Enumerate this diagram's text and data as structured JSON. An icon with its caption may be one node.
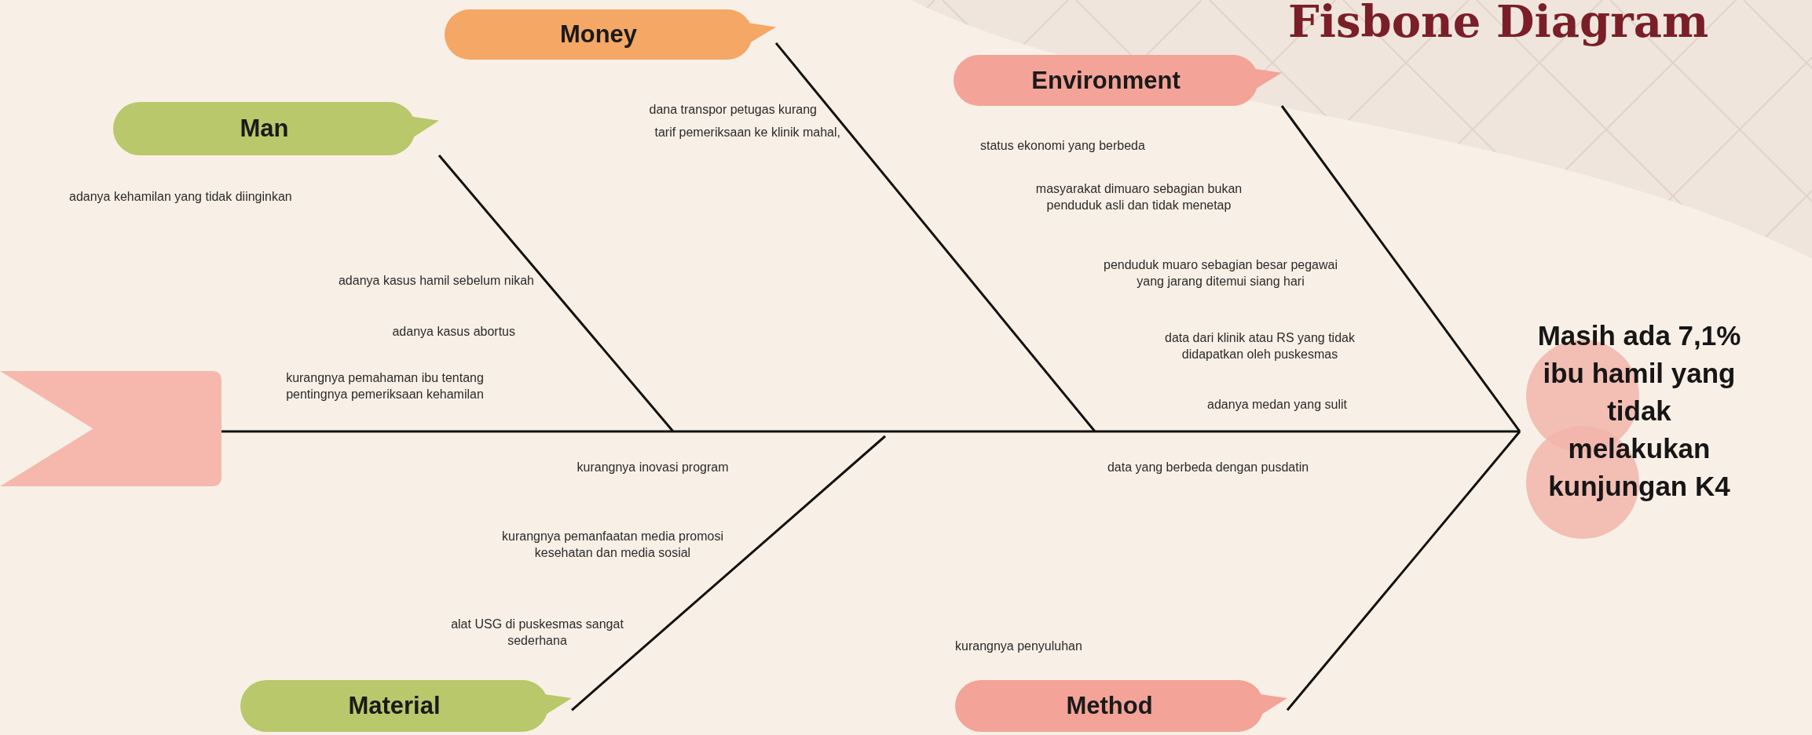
{
  "diagram": {
    "title": "Fisbone Diagram",
    "nodes": [
      {
        "text": [
          "Man"
        ]
      },
      {
        "text": [
          "Money"
        ]
      },
      {
        "text": [
          "Environment"
        ]
      },
      {
        "text": [],
        "shape": "box"
      },
      {
        "text": [
          "Masih ada 7,1% ibu hamil yang tidak melakukan kunjungan K4"
        ]
      },
      {
        "text": [
          "Material"
        ]
      },
      {
        "text": [
          "Method"
        ]
      }
    ],
    "edges": [
      {
        "from": 3,
        "to": 4,
        "arrow": "none"
      },
      {
        "from": 0,
        "to": null,
        "arrow": "none"
      },
      {
        "from": 1,
        "to": null,
        "arrow": "none"
      },
      {
        "from": 2,
        "to": 4,
        "arrow": "none"
      },
      {
        "from": 5,
        "to": null,
        "arrow": "none"
      },
      {
        "from": 6,
        "to": 4,
        "arrow": "none"
      }
    ],
    "labels": [
      "dana transpor petugas kurang",
      "tarif pemeriksaan ke klinik mahal,",
      "adanya kehamilan yang tidak diinginkan",
      "adanya kasus hamil sebelum nikah",
      "adanya kasus abortus",
      "kurangnya pemahaman ibu tentang pentingnya pemeriksaan kehamilan",
      "status ekonomi yang berbeda",
      "masyarakat dimuaro sebagian bukan penduduk asli dan tidak menetap",
      "penduduk muaro sebagian besar pegawai yang jarang ditemui siang hari",
      "data dari klinik atau RS yang tidak didapatkan oleh puskesmas",
      "adanya medan yang sulit",
      "kurangnya inovasi program",
      "kurangnya pemanfaatan media promosi kesehatan dan media sosial",
      "alat USG di puskesmas sangat sederhana",
      "data yang berbeda dengan pusdatin",
      "kurangnya penyuluhan"
    ]
  }
}
